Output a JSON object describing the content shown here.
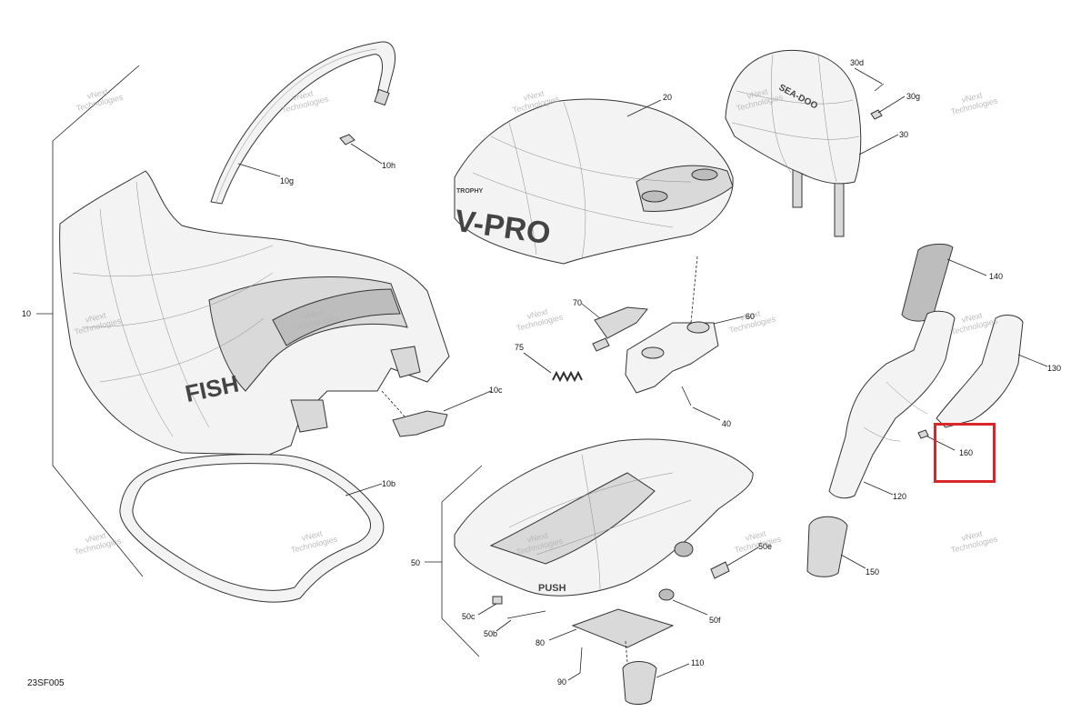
{
  "diagram_id": "23SF005",
  "watermark": {
    "line1": "vNext",
    "line2": "Technologies",
    "inline": "vNext Technologies"
  },
  "callouts": [
    {
      "id": "c-10",
      "label": "10"
    },
    {
      "id": "c-10b",
      "label": "10b"
    },
    {
      "id": "c-10c",
      "label": "10c"
    },
    {
      "id": "c-10g",
      "label": "10g"
    },
    {
      "id": "c-10h",
      "label": "10h"
    },
    {
      "id": "c-20",
      "label": "20"
    },
    {
      "id": "c-30",
      "label": "30"
    },
    {
      "id": "c-30d",
      "label": "30d"
    },
    {
      "id": "c-30g",
      "label": "30g"
    },
    {
      "id": "c-40",
      "label": "40"
    },
    {
      "id": "c-50",
      "label": "50"
    },
    {
      "id": "c-50b",
      "label": "50b"
    },
    {
      "id": "c-50c",
      "label": "50c"
    },
    {
      "id": "c-50e",
      "label": "50e"
    },
    {
      "id": "c-50f",
      "label": "50f"
    },
    {
      "id": "c-60",
      "label": "60"
    },
    {
      "id": "c-70",
      "label": "70"
    },
    {
      "id": "c-75",
      "label": "75"
    },
    {
      "id": "c-80",
      "label": "80"
    },
    {
      "id": "c-90",
      "label": "90"
    },
    {
      "id": "c-110",
      "label": "110"
    },
    {
      "id": "c-120",
      "label": "120"
    },
    {
      "id": "c-130",
      "label": "130"
    },
    {
      "id": "c-140",
      "label": "140"
    },
    {
      "id": "c-150",
      "label": "150"
    },
    {
      "id": "c-160",
      "label": "160",
      "highlighted": true
    }
  ],
  "part_lettering": {
    "seat_logo": "FISH",
    "seat_strip": "vNext",
    "cover_logo": "V-PRO",
    "cover_badge": "TROPHY",
    "backrest_logo": "SEA-DOO",
    "base_logo": "PUSH"
  },
  "colors": {
    "highlight": "#d9262a",
    "line": "#222222",
    "fill_light": "#f3f3f3",
    "fill_dark": "#bdbdbd",
    "watermark": "#b5b5b5"
  }
}
